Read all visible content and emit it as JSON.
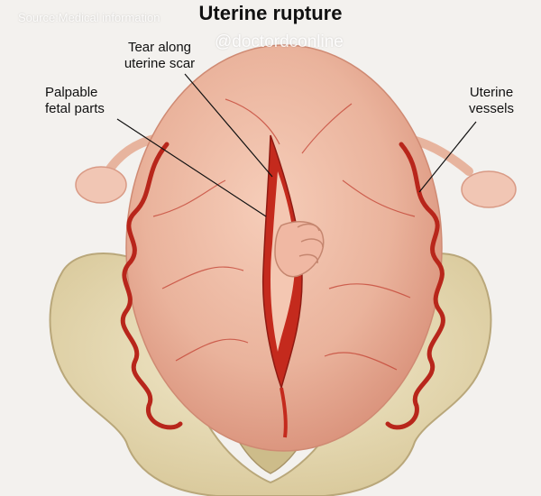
{
  "title": "Uterine rupture",
  "watermark": "Source:Medical information",
  "handle": "@doctordconline",
  "labels": {
    "tear": "Tear along\nuterine scar",
    "palpable": "Palpable\nfetal parts",
    "vessels": "Uterine\nvessels"
  },
  "colors": {
    "uterus": "#eab39c",
    "vessel": "#c0281c",
    "bone": "#e8dcb6",
    "background": "#f3f1ee"
  }
}
